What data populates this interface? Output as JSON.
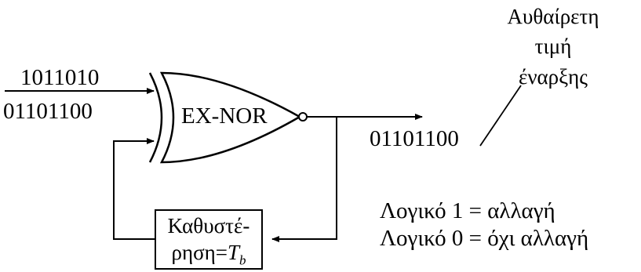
{
  "gate": {
    "label": "EX-NOR"
  },
  "inputs": {
    "top_sequence": "1011010",
    "bottom_sequence": "01101100"
  },
  "output": {
    "sequence": "01101100"
  },
  "annotation": {
    "line1": "Αυθαίρετη",
    "line2": "τιμή",
    "line3": "έναρξης"
  },
  "delay_block": {
    "line1": "Καθυστέ-",
    "line2_prefix": "ρηση=",
    "line2_symbol": "T",
    "line2_subscript": "b"
  },
  "legend": {
    "logic_one": "Λογικό 1 = αλλαγή",
    "logic_zero": "Λογικό 0 = όχι αλλαγή"
  }
}
